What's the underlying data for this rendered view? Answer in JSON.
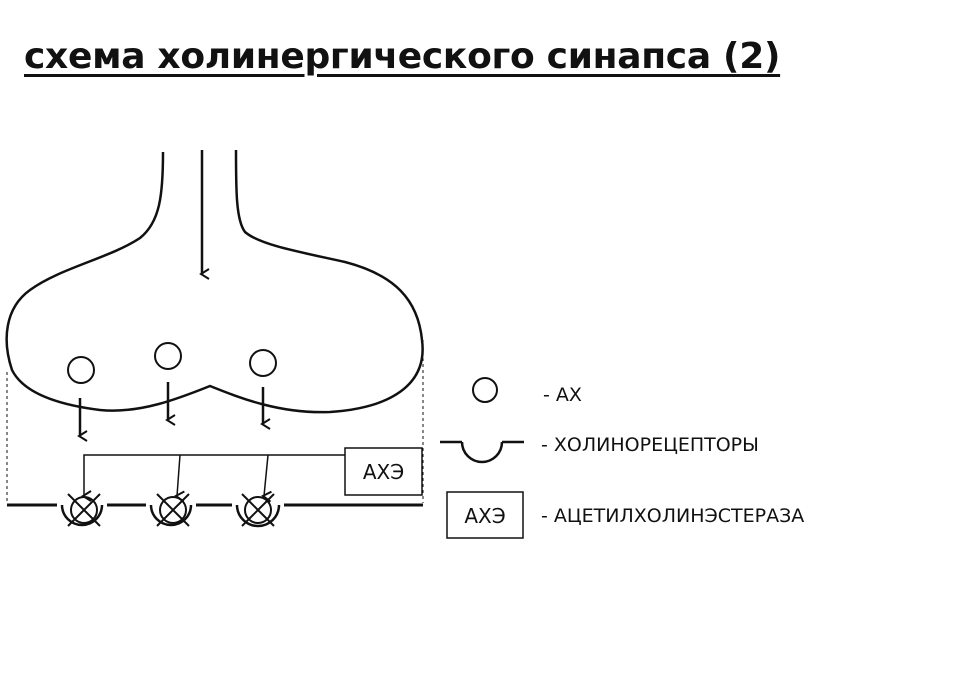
{
  "title": "схема холинергического синапса (2)",
  "diagram": {
    "enzyme_box_label": "АХЭ"
  },
  "legend": {
    "items": [
      {
        "symbol": "circle",
        "text": "- АХ"
      },
      {
        "symbol": "receptor",
        "text": "- ХОЛИНОРЕЦЕПТОРЫ"
      },
      {
        "symbol": "box",
        "box_label": "АХЭ",
        "text": "- АЦЕТИЛХОЛИНЭСТЕРАЗА"
      }
    ]
  },
  "colors": {
    "stroke": "#111111",
    "background": "#ffffff"
  }
}
